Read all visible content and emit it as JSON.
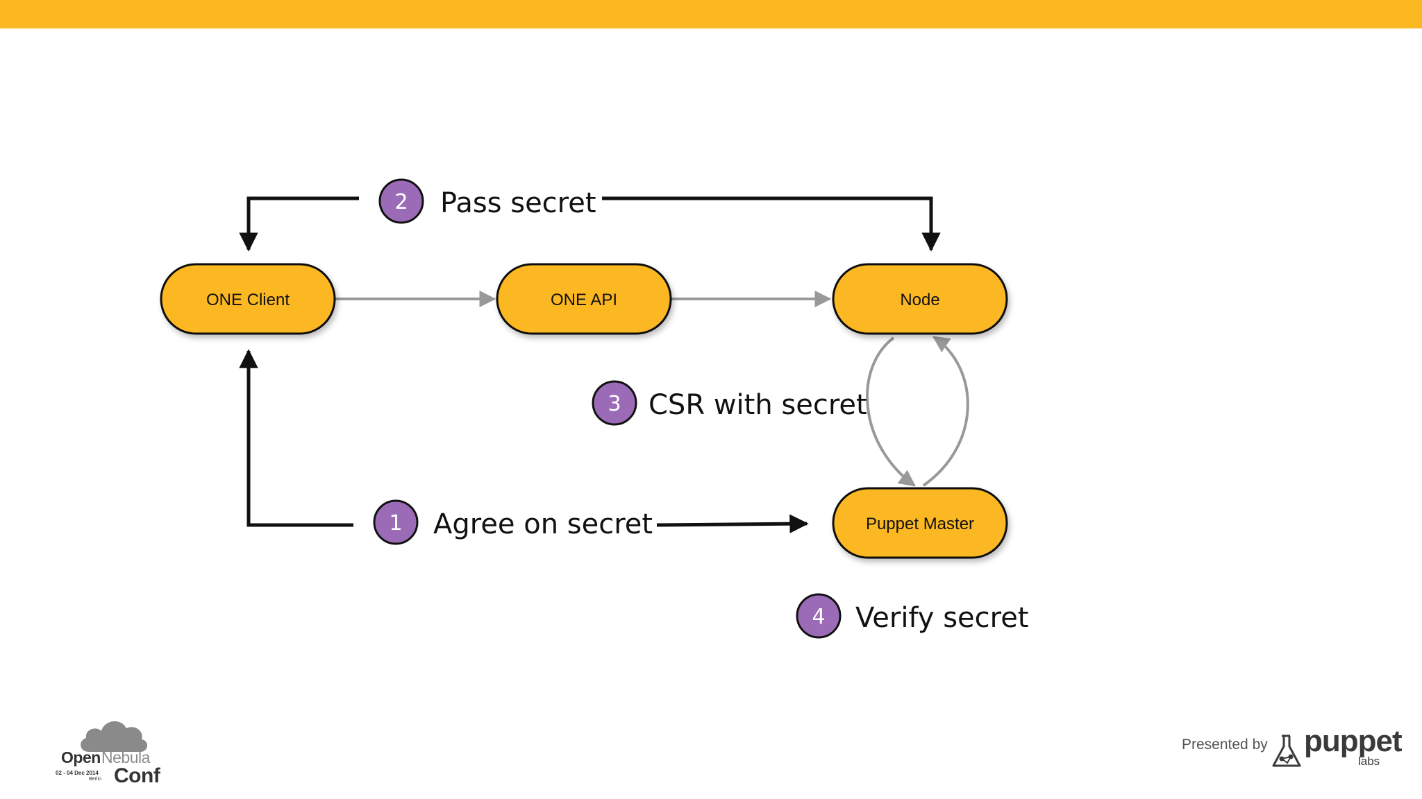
{
  "nodes": {
    "one_client": "ONE Client",
    "one_api": "ONE API",
    "node": "Node",
    "puppet_master": "Puppet Master"
  },
  "steps": [
    {
      "number": "1",
      "label": "Agree on secret"
    },
    {
      "number": "2",
      "label": "Pass secret"
    },
    {
      "number": "3",
      "label": "CSR with secret"
    },
    {
      "number": "4",
      "label": "Verify secret"
    }
  ],
  "footer": {
    "conf_logo": {
      "open": "Open",
      "nebula": "Nebula",
      "date": "02 - 04 Dec 2014",
      "city": "Berlin",
      "conf": "Conf"
    },
    "presented_by": "Presented by",
    "puppet_logo": {
      "name": "puppet",
      "sub": "labs"
    }
  },
  "colors": {
    "accent": "#FBB821",
    "node_fill": "#FBB821",
    "badge": "#9B6BB8",
    "gray_arrow": "#999999",
    "black_arrow": "#111111"
  }
}
